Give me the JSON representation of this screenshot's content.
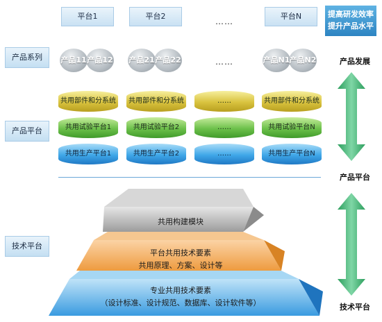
{
  "top_platforms": [
    "平台1",
    "平台2",
    "……",
    "平台N"
  ],
  "goal": {
    "line1": "提高研发效率",
    "line2": "提升产品水平"
  },
  "left_labels": {
    "product_series": "产品系列",
    "product_platform": "产品平台",
    "tech_platform": "技术平台"
  },
  "products": [
    "产品11",
    "产品12",
    "产品21",
    "产品22",
    "……",
    "产品N1",
    "产品N2"
  ],
  "columns": [
    {
      "shared_parts": "共用部件和分系统",
      "test_platform": "共用试验平台1",
      "production_platform": "共用生产平台1"
    },
    {
      "shared_parts": "共用部件和分系统",
      "test_platform": "共用试验平台2",
      "production_platform": "共用生产平台2"
    },
    {
      "shared_parts": "……",
      "test_platform": "……",
      "production_platform": "……"
    },
    {
      "shared_parts": "共用部件和分系统",
      "test_platform": "共用试验平台N",
      "production_platform": "共用生产平台N"
    }
  ],
  "right_labels": {
    "product_dev": "产品发展",
    "product_platform": "产品平台",
    "tech_platform": "技术平台"
  },
  "pyramid": {
    "top": "共用构建模块",
    "middle_line1": "平台共用技术要素",
    "middle_line2": "共用原理、方案、设计等",
    "bottom_line1": "专业共用技术要素",
    "bottom_line2": "（设计标准、设计规范、数据库、设计软件等）"
  },
  "colors": {
    "yellow": "#d8c23e",
    "green": "#6cc04a",
    "blue": "#3fa7e8",
    "arrow": "#2e9f5e"
  }
}
